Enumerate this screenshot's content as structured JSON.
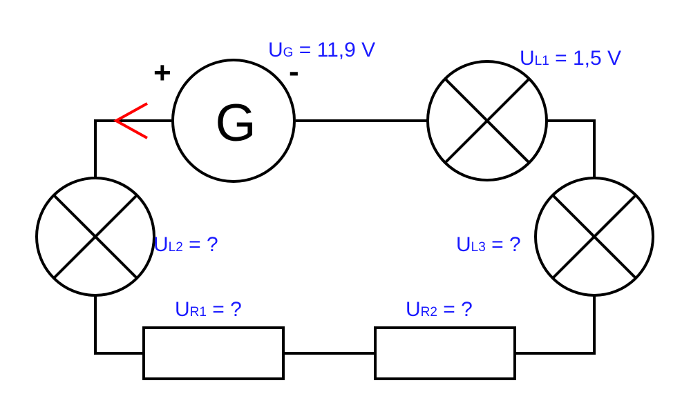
{
  "colors": {
    "wire": "#000000",
    "label": "#1a1aff",
    "arrow": "#ff0000"
  },
  "generator": {
    "letter": "G",
    "plus": "+",
    "minus": "-",
    "label": {
      "main": "U",
      "sub": "G",
      "rest": " = 11,9 V"
    }
  },
  "lamps": {
    "L1": {
      "main": "U",
      "sub": "L1",
      "rest": " = 1,5 V"
    },
    "L2": {
      "main": "U",
      "sub": "L2",
      "rest": " = ?"
    },
    "L3": {
      "main": "U",
      "sub": "L3",
      "rest": " = ?"
    }
  },
  "resistors": {
    "R1": {
      "main": "U",
      "sub": "R1",
      "rest": " = ?"
    },
    "R2": {
      "main": "U",
      "sub": "R2",
      "rest": " = ?"
    }
  }
}
